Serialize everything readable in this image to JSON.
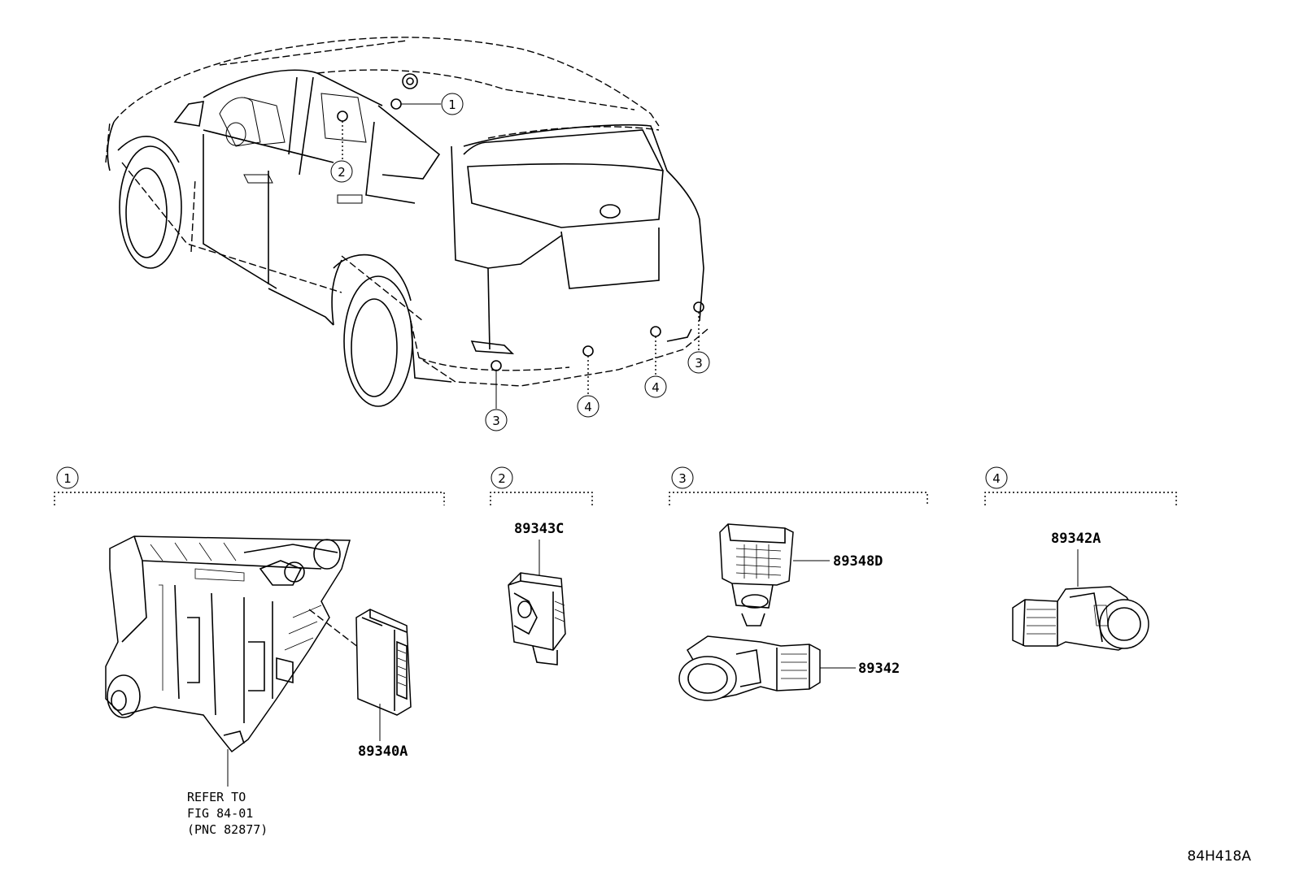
{
  "callouts": {
    "c1": "1",
    "c2": "2",
    "c3": "3",
    "c4": "4"
  },
  "parts": {
    "p89340A": "89340A",
    "p89343C": "89343C",
    "p89348D": "89348D",
    "p89342": "89342",
    "p89342A": "89342A"
  },
  "reference_note": {
    "line1": "REFER TO",
    "line2": "FIG 84-01",
    "line3": "(PNC 82877)"
  },
  "diagram_code": "84H418A"
}
